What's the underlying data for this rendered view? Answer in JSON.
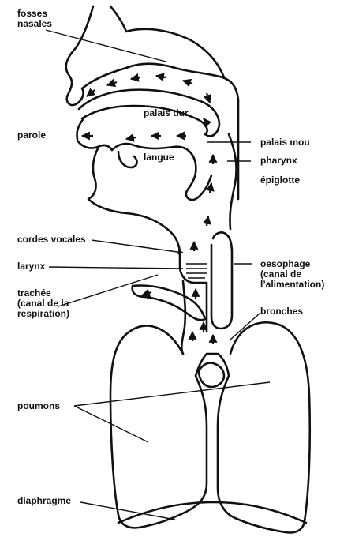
{
  "labels": {
    "fosses_nasales": "fosses\nnasales",
    "palais_dur": "palais dur",
    "parole": "parole",
    "palais_mou": "palais mou",
    "langue": "langue",
    "pharynx": "pharynx",
    "epiglotte": "épiglotte",
    "cordes_vocales": "cordes vocales",
    "larynx": "larynx",
    "oesophage": "oesophage\n(canal de\nl’alimentation)",
    "trachee": "trachée\n(canal de la\nrespiration)",
    "bronches": "bronches",
    "poumons": "poumons",
    "diaphragme": "diaphragme"
  }
}
